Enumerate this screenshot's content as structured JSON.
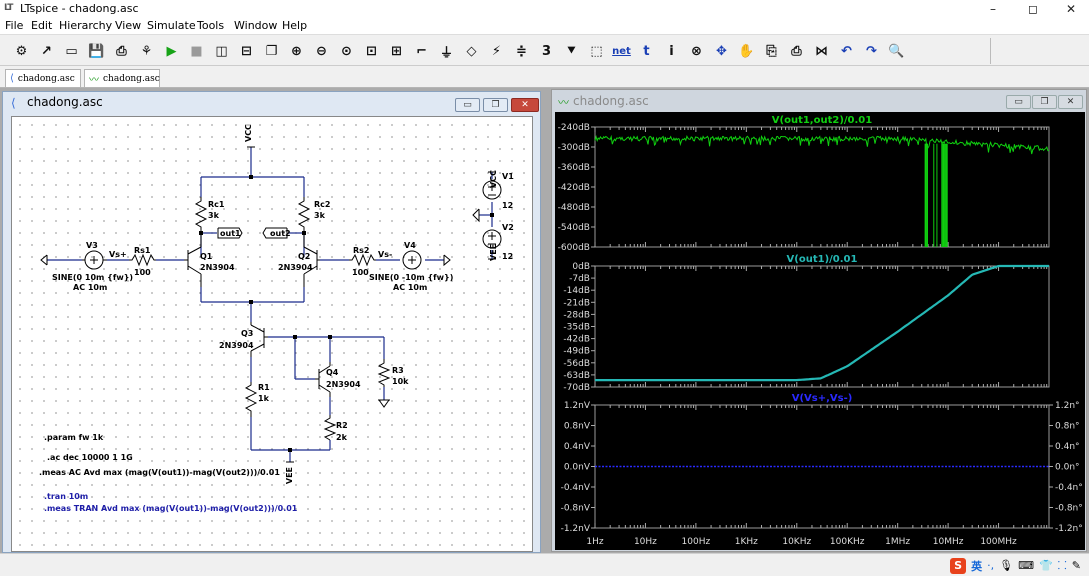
{
  "window": {
    "title": "LTspice - chadong.asc",
    "app_logo": "LT",
    "controls": [
      "–",
      "◻",
      "✕"
    ]
  },
  "menu": [
    "File",
    "Edit",
    "Hierarchy",
    "View",
    "Simulate",
    "Tools",
    "Window",
    "Help"
  ],
  "toolbar": {
    "icons": [
      "gear-icon",
      "open-icon",
      "folder-icon",
      "save-icon",
      "print-icon",
      "control-panel-icon",
      "run-icon",
      "halt-icon",
      "tile-vertical-icon",
      "tile-horizontal-icon",
      "cascade-icon",
      "zoom-in-icon",
      "zoom-out-icon",
      "zoom-fit-icon",
      "zoom-area-icon",
      "autorange-icon",
      "wire-icon",
      "ground-icon",
      "label-icon",
      "resistor-icon",
      "capacitor-icon",
      "inductor-icon",
      "diode-icon",
      "component-icon",
      "netlist-icon",
      "text-icon",
      "spice-directive-icon",
      "delete-icon",
      "move-icon",
      "drag-icon",
      "undo-paste-icon",
      "redo-icon",
      "mirror-icon",
      "undo-icon",
      "redo-arrow-icon",
      "find-icon"
    ],
    "glyphs": [
      "⚙",
      "↗",
      "▭",
      "💾",
      "⎙",
      "⚘",
      "▶",
      "■",
      "◫",
      "⊟",
      "❐",
      "⊕",
      "⊖",
      "⊙",
      "⊡",
      "⊞",
      "⌐",
      "⏚",
      "◇",
      "⚡",
      "≑",
      "3",
      "⯆",
      "⬚",
      "net",
      "t",
      "ⅰ",
      "⊗",
      "✥",
      "✋",
      "⎘",
      "⎙",
      "⋈",
      "↶",
      "↷",
      "🔍"
    ]
  },
  "doc_tabs": [
    {
      "label": "chadong.asc",
      "icon": "schematic-icon"
    },
    {
      "label": "chadong.asc",
      "icon": "waveform-icon"
    }
  ],
  "schematic_window": {
    "title": "chadong.asc",
    "labels": {
      "vcc_top": "VCC",
      "vcc_right": "VCC",
      "vee_right": "VEE",
      "vee_bottom": "VEE",
      "rc1": "Rc1",
      "rc1_val": "3k",
      "rc2": "Rc2",
      "rc2_val": "3k",
      "out1": "out1",
      "out2": "out2",
      "q1": "Q1",
      "q1_model": "2N3904",
      "q2": "Q2",
      "q2_model": "2N3904",
      "q3": "Q3",
      "q3_model": "2N3904",
      "q4": "Q4",
      "q4_model": "2N3904",
      "rs1": "Rs1",
      "rs1_val": "100",
      "rs2": "Rs2",
      "rs2_val": "100",
      "vsp": "Vs+",
      "vsn": "Vs-",
      "v3": "V3",
      "v3_sine": "SINE(0 10m {fw})",
      "v3_ac": "AC 10m",
      "v4": "V4",
      "v4_sine": "SINE(0 -10m {fw})",
      "v4_ac": "AC 10m",
      "v1": "V1",
      "v1_val": "12",
      "v2": "V2",
      "v2_val": "12",
      "r1": "R1",
      "r1_val": "1k",
      "r2": "R2",
      "r2_val": "2k",
      "r3": "R3",
      "r3_val": "10k"
    },
    "directives": [
      ".param fw 1k",
      ".ac dec 10000 1 1G",
      ".meas AC Avd max (mag(V(out1))-mag(V(out2)))/0.01"
    ],
    "comments": [
      ".tran 10m",
      ".meas TRAN Avd max (mag(V(out1))-mag(V(out2)))/0.01"
    ]
  },
  "waveform_window": {
    "title": "chadong.asc",
    "trace_color": "#10d010",
    "trace2_color": "#25b8b5",
    "trace3_color": "#2a2aff",
    "chart_data": [
      {
        "type": "line",
        "title": "V(out1,out2)/0.01",
        "x_scale": "log",
        "xlim": [
          1,
          1000000000
        ],
        "ylim": [
          -600,
          -240
        ],
        "y_unit": "dB",
        "ytick_labels": [
          "-240dB",
          "-300dB",
          "-360dB",
          "-420dB",
          "-480dB",
          "-540dB",
          "-600dB"
        ],
        "x": [
          1,
          10,
          100,
          1000,
          10000,
          100000,
          1000000,
          10000000,
          100000000,
          1000000000
        ],
        "values": [
          -270,
          -270,
          -270,
          -271,
          -272,
          -273,
          -276,
          -280,
          -290,
          -300
        ],
        "note": "noisy near -270dB; spikes to -600dB above ~3MHz"
      },
      {
        "type": "line",
        "title": "V(out1)/0.01",
        "x_scale": "log",
        "xlim": [
          1,
          1000000000
        ],
        "ylim": [
          -70,
          0
        ],
        "y_unit": "dB",
        "ytick_labels": [
          "0dB",
          "-7dB",
          "-14dB",
          "-21dB",
          "-28dB",
          "-35dB",
          "-42dB",
          "-49dB",
          "-56dB",
          "-63dB",
          "-70dB"
        ],
        "x": [
          1,
          10,
          100,
          1000,
          10000,
          30000,
          100000,
          1000000,
          10000000,
          30000000,
          100000000,
          1000000000
        ],
        "values": [
          -66,
          -66,
          -66,
          -66,
          -66,
          -65,
          -58,
          -38,
          -17,
          -5,
          0,
          0
        ]
      },
      {
        "type": "line",
        "title": "V(Vs+,Vs-)",
        "x_scale": "log",
        "xlim": [
          1,
          1000000000
        ],
        "ylim": [
          -1.2,
          1.2
        ],
        "y_unit": "nV",
        "ytick_labels": [
          "1.2nV",
          "0.8nV",
          "0.4nV",
          "0.0nV",
          "-0.4nV",
          "-0.8nV",
          "-1.2nV"
        ],
        "right_tick_labels": [
          "1.2n°",
          "0.8n°",
          "0.4n°",
          "0.0n°",
          "-0.4n°",
          "-0.8n°",
          "-1.2n°"
        ],
        "x": [
          1,
          1000000000
        ],
        "values": [
          0,
          0
        ]
      }
    ],
    "xtick_labels": [
      "1Hz",
      "10Hz",
      "100Hz",
      "1KHz",
      "10KHz",
      "100KHz",
      "1MHz",
      "10MHz",
      "100MHz"
    ]
  },
  "status_tray": [
    "S",
    "英",
    "·,",
    "🎙",
    "⌨",
    "👕",
    "⸬",
    "✎"
  ]
}
